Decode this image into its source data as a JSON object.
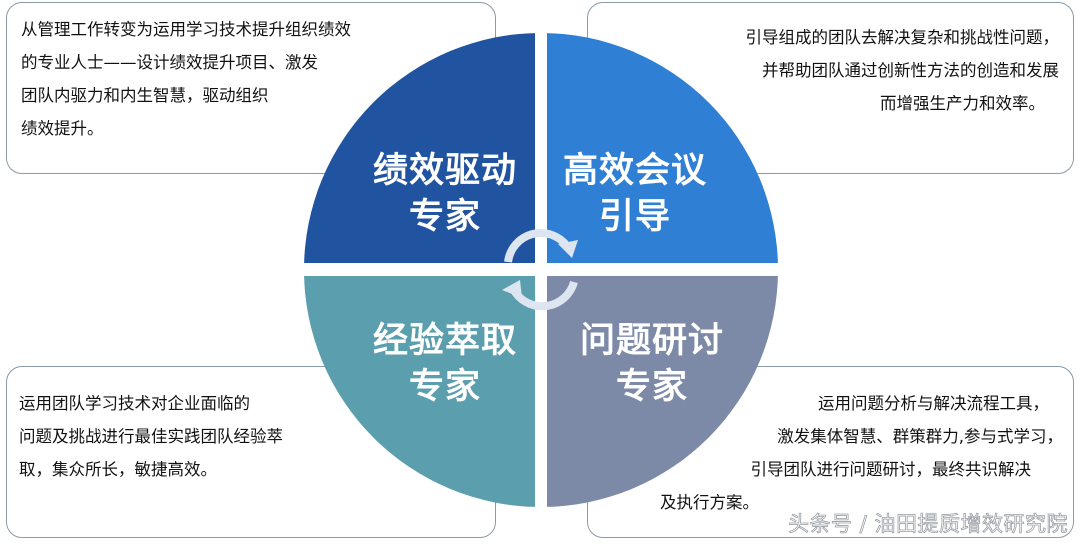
{
  "colors": {
    "performance": "#2053a0",
    "meeting": "#2f7fd5",
    "experience": "#5b9fae",
    "problem": "#7c8aa8",
    "cycle_arrow": "#dde6f0",
    "box_border": "#8a9aa8"
  },
  "quadrants": {
    "top_left": {
      "title_line1": "绩效驱动",
      "title_line2": "专家",
      "description": [
        "从管理工作转变为运用学习技术提升组织绩效",
        "的专业人士——设计绩效提升项目、激发",
        "团队内驱力和内生智慧，驱动组织",
        "绩效提升。"
      ]
    },
    "top_right": {
      "title_line1": "高效会议",
      "title_line2": "引导",
      "description": [
        "引导组成的团队去解决复杂和挑战性问题，",
        "并帮助团队通过创新性方法的创造和发展",
        "而增强生产力和效率。"
      ]
    },
    "bottom_left": {
      "title_line1": "经验萃取",
      "title_line2": "专家",
      "description": [
        "运用团队学习技术对企业面临的",
        "问题及挑战进行最佳实践团队经验萃",
        "取，集众所长，敏捷高效。"
      ]
    },
    "bottom_right": {
      "title_line1": "问题研讨",
      "title_line2": "专家",
      "description": [
        "运用问题分析与解决流程工具，",
        "激发集体智慧、群策群力,参与式学习，",
        "引导团队进行问题研讨，最终共识解决",
        "及执行方案。"
      ]
    }
  },
  "center_icon": "cycle-arrows-icon",
  "watermark": "头条号 / 油田提质增效研究院"
}
